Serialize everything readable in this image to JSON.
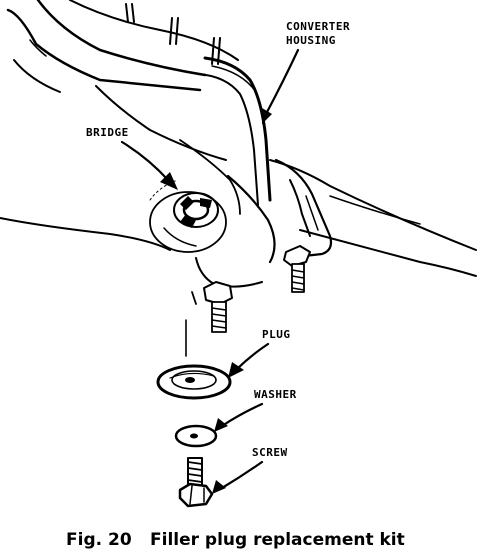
{
  "labels": {
    "converter_housing_line1": "CONVERTER",
    "converter_housing_line2": "HOUSING",
    "bridge": "BRIDGE",
    "plug": "PLUG",
    "washer": "WASHER",
    "screw": "SCREW"
  },
  "caption": {
    "number": "Fig. 20",
    "text": "Filler plug replacement kit"
  }
}
